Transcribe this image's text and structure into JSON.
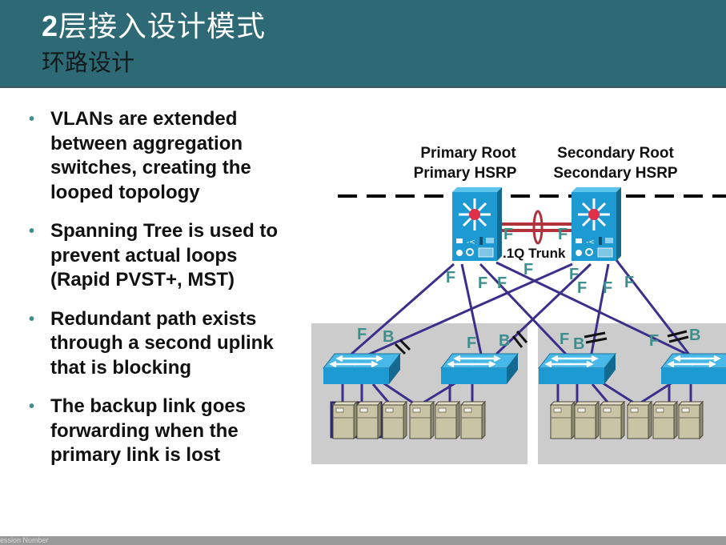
{
  "header": {
    "title_num": "2",
    "title_rest": "层接入设计模式",
    "subtitle": "环路设计"
  },
  "bullets": [
    "VLANs are extended between aggregation switches, creating the looped topology",
    "Spanning Tree is used to prevent actual loops (Rapid PVST+, MST)",
    "Redundant path exists through a second uplink that is blocking",
    "The backup link goes forwarding when the primary link is lost"
  ],
  "diagram": {
    "left_switch_label": [
      "Primary Root",
      "Primary HSRP"
    ],
    "right_switch_label": [
      "Secondary Root",
      "Secondary HSRP"
    ],
    "trunk_label": ".1Q Trunk",
    "forwarding_letter": "F",
    "blocking_letter": "B",
    "colors": {
      "link": "#3b2f8c",
      "port_label": "#3d8e8c",
      "trunk": "#b0323a",
      "switch": "#1e9ad2",
      "server": "#c9c4a6",
      "pod_bg": "#cccccc"
    },
    "access_pods": 2,
    "servers_per_pod": 6
  },
  "footer": {
    "text": "ession Number"
  }
}
